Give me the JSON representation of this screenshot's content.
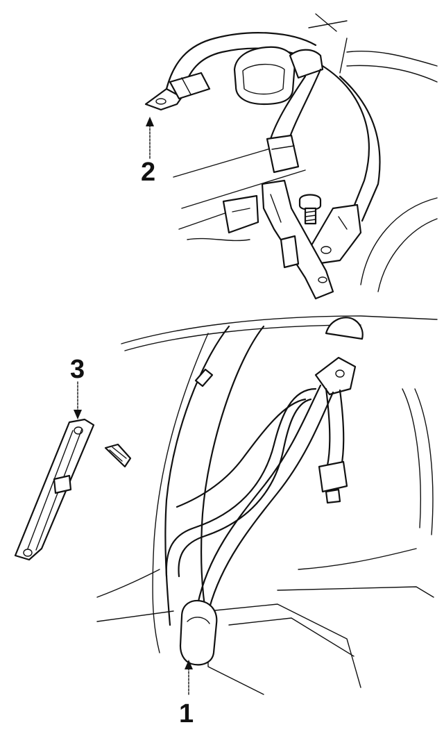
{
  "callouts": [
    {
      "id": "1",
      "label": "1"
    },
    {
      "id": "2",
      "label": "2"
    },
    {
      "id": "3",
      "label": "3"
    }
  ],
  "colors": {
    "line": "#111111",
    "background": "#ffffff"
  }
}
